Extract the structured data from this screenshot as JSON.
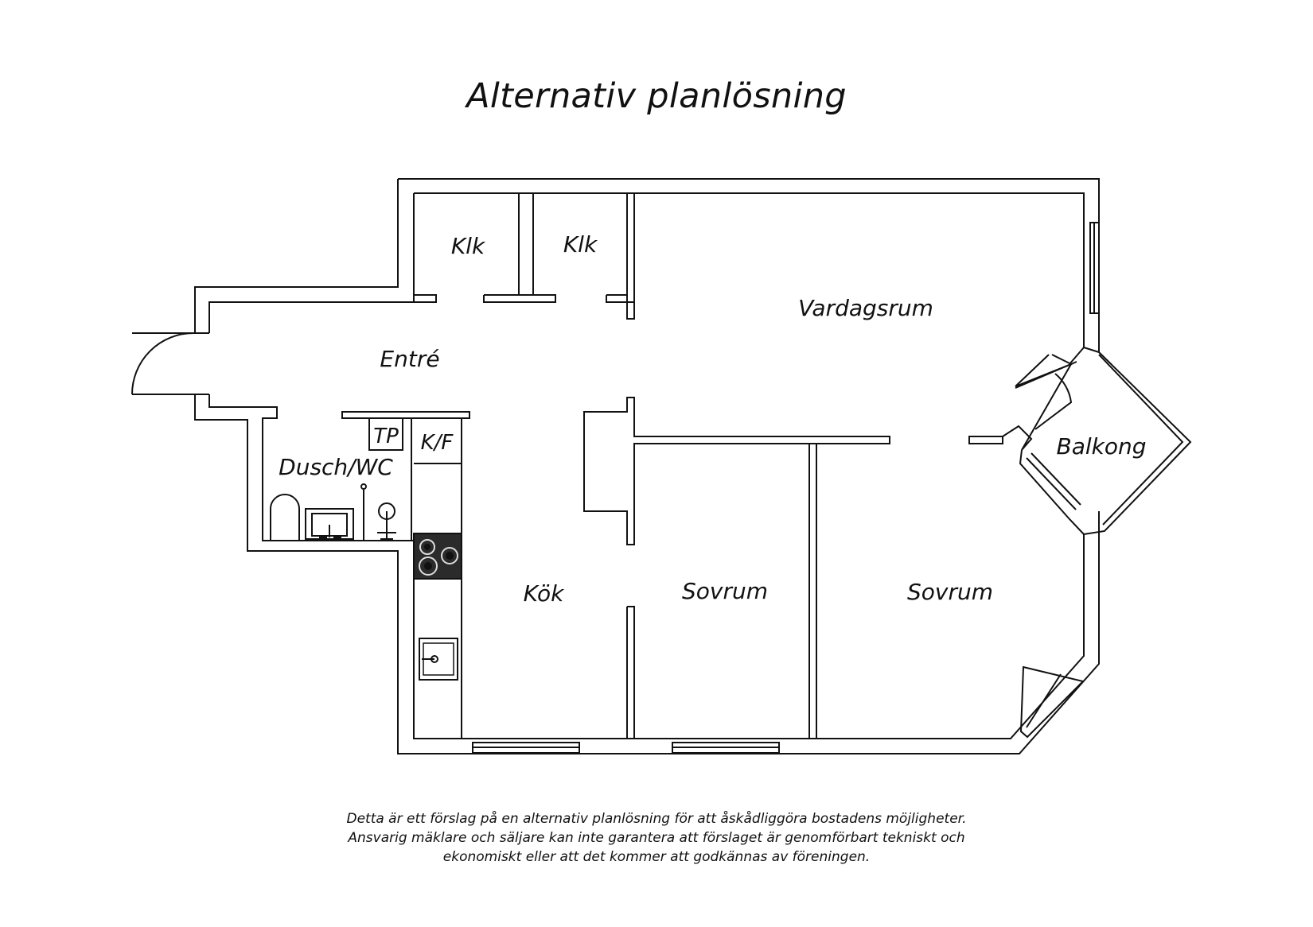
{
  "title": "Alternativ planlösning",
  "rooms": {
    "klk1": "Klk",
    "klk2": "Klk",
    "vardagsrum": "Vardagsrum",
    "entre": "Entré",
    "tp": "TP",
    "kf": "K/F",
    "dusch_wc": "Dusch/WC",
    "balkong": "Balkong",
    "kok": "Kök",
    "sovrum1": "Sovrum",
    "sovrum2": "Sovrum"
  },
  "disclaimer": [
    "Detta är ett förslag på en alternativ planlösning för att åskådliggöra bostadens möjligheter.",
    "Ansvarig mäklare och säljare kan inte garantera att förslaget är genomförbart tekniskt och",
    "ekonomiskt eller att det kommer att godkännas av föreningen."
  ],
  "colors": {
    "line": "#111111",
    "background": "#ffffff",
    "stove": "#2b2b2b"
  }
}
